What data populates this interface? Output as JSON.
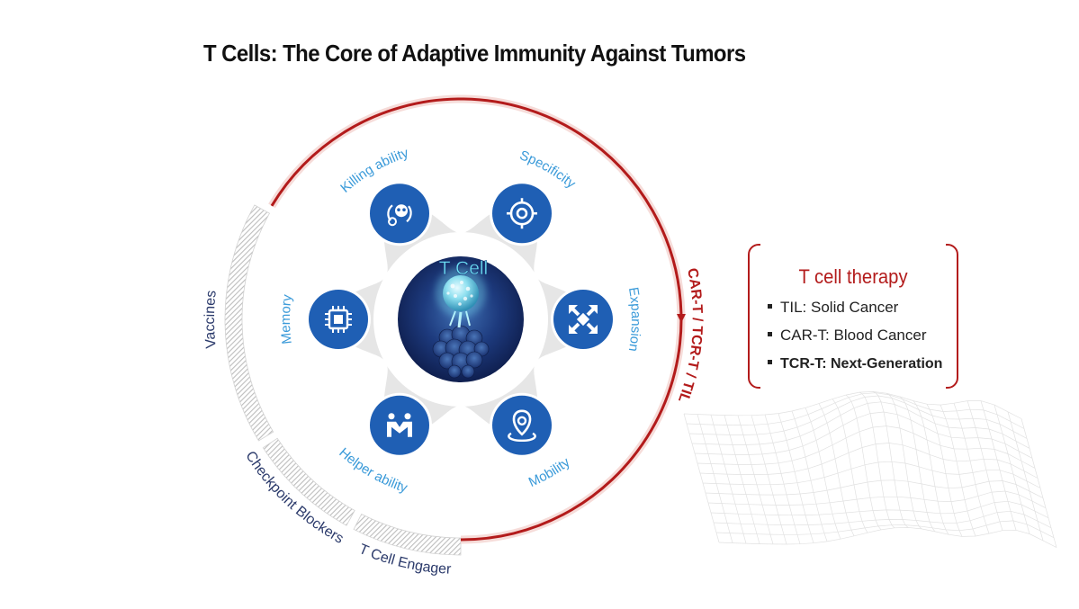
{
  "title": "T Cells: The Core of Adaptive Immunity Against Tumors",
  "center_label": "T Cell",
  "features": [
    {
      "label": "Killing ability",
      "icon": "skull-cycle-icon"
    },
    {
      "label": "Specificity",
      "icon": "target-icon"
    },
    {
      "label": "Expansion",
      "icon": "expand-arrows-icon"
    },
    {
      "label": "Mobility",
      "icon": "location-pin-icon"
    },
    {
      "label": "Helper ability",
      "icon": "helper-people-icon"
    },
    {
      "label": "Memory",
      "icon": "chip-icon"
    }
  ],
  "outer_segments": [
    {
      "label": "Vaccines"
    },
    {
      "label": "Checkpoint Blockers"
    },
    {
      "label": "T Cell Engager"
    }
  ],
  "red_arc_label": "CAR-T / TCR-T / TIL",
  "therapy": {
    "title": "T cell therapy",
    "items": [
      {
        "text": "TIL: Solid Cancer"
      },
      {
        "text": "CAR-T: Blood Cancer"
      },
      {
        "text": "TCR-T: Next-Generation"
      }
    ]
  },
  "colors": {
    "accent_red": "#b31b1b",
    "icon_blue": "#1f5fb4",
    "label_blue": "#3a9ad9",
    "outer_label_navy": "#2b3a6b",
    "center_fill": "#1c2f6e",
    "center_text": "#6fe3f5"
  }
}
